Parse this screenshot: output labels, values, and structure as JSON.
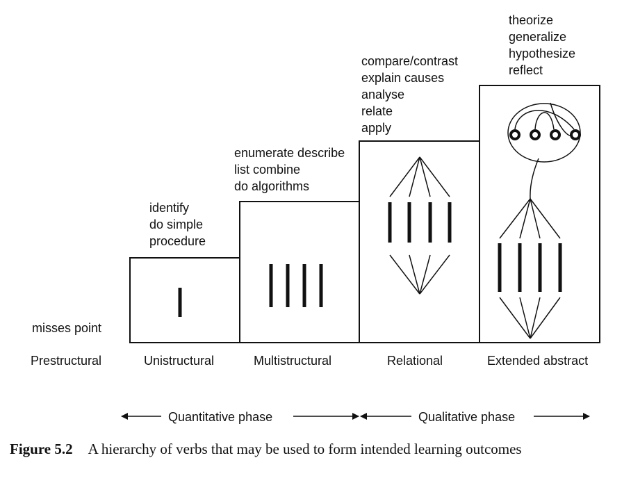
{
  "levels": [
    {
      "name": "Prestructural",
      "verbs": [
        "misses point"
      ]
    },
    {
      "name": "Unistructural",
      "verbs": [
        "identify",
        "do simple",
        "procedure"
      ]
    },
    {
      "name": "Multistructural",
      "verbs": [
        "enumerate describe",
        "list combine",
        "do algorithms"
      ]
    },
    {
      "name": "Relational",
      "verbs": [
        "compare/contrast",
        "explain causes",
        "analyse",
        "relate",
        "apply"
      ]
    },
    {
      "name": "Extended abstract",
      "verbs": [
        "theorize",
        "generalize",
        "hypothesize",
        "reflect"
      ]
    }
  ],
  "phases": {
    "quantitative": "Quantitative phase",
    "qualitative": "Qualitative phase"
  },
  "caption": {
    "number": "Figure 5.2",
    "text": "A hierarchy of verbs that may be used to form intended learning outcomes"
  }
}
